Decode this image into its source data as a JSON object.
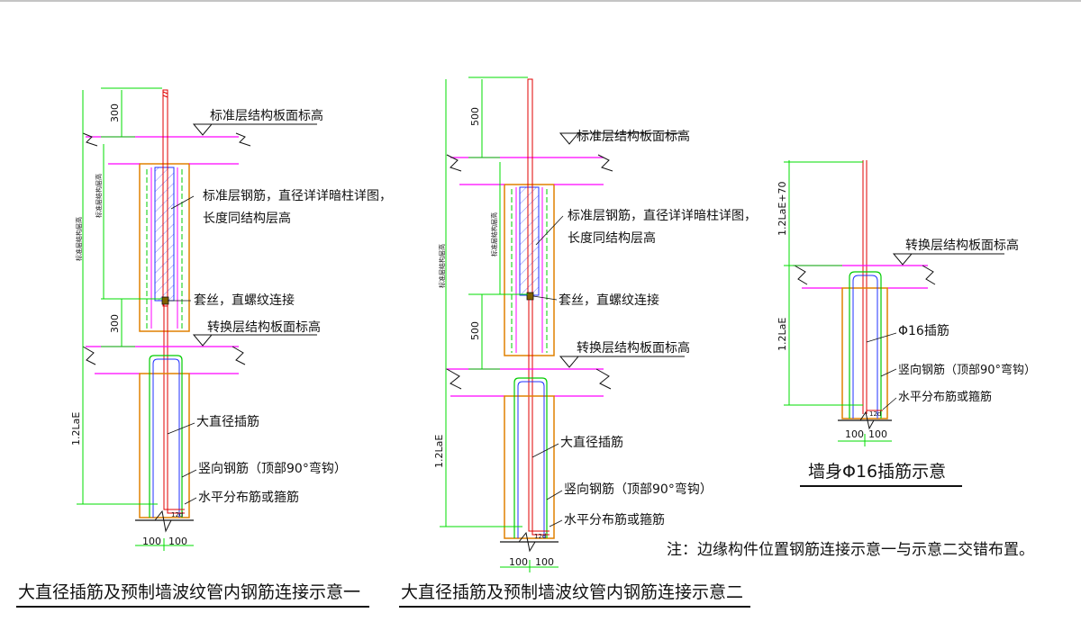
{
  "labels": {
    "std_floor_elev": "标准层结构板面标高",
    "std_rebar_line1": "标准层钢筋，直径详详暗柱详图，",
    "std_rebar_line2": "长度同结构层高",
    "coupler": "套丝，直螺纹连接",
    "transfer_floor_elev": "转换层结构板面标高",
    "large_dowel": "大直径插筋",
    "vertical_rebar": "竖向钢筋（顶部90°弯钩）",
    "horizontal_rebar": "水平分布筋或箍筋",
    "phi16_dowel": "Φ16插筋",
    "std_floor_height_vertical": "标准层结构层高",
    "hook_12d": "12d"
  },
  "dims": {
    "d300": "300",
    "d500": "500",
    "d100": "100",
    "d12lae": "1.2LaE",
    "d12lae70": "1.2LaE+70"
  },
  "captions": {
    "diagram1": "大直径插筋及预制墙波纹管内钢筋连接示意一",
    "diagram2": "大直径插筋及预制墙波纹管内钢筋连接示意二",
    "diagram3": "墙身Φ16插筋示意"
  },
  "note": "注：边缘构件位置钢筋连接示意一与示意二交错布置。",
  "colors": {
    "magenta": "#ff00ff",
    "green": "#00dd00",
    "orange": "#e08000",
    "red": "#e00000",
    "blue": "#2030ff",
    "black": "#111111"
  }
}
